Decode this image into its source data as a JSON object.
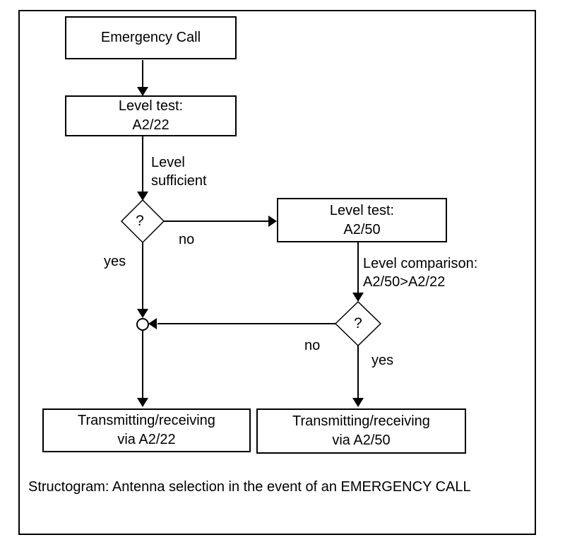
{
  "diagram": {
    "nodes": {
      "emergency_call": {
        "label": "Emergency Call"
      },
      "level_test_a222": {
        "line1": "Level test:",
        "line2": "A2/22"
      },
      "level_test_a250": {
        "line1": "Level test:",
        "line2": "A2/50"
      },
      "decision_level_sufficient": {
        "label": "?"
      },
      "decision_level_comparison": {
        "label": "?"
      },
      "transmit_a222": {
        "line1": "Transmitting/receiving",
        "line2": "via A2/22"
      },
      "transmit_a250": {
        "line1": "Transmitting/receiving",
        "line2": "via A2/50"
      }
    },
    "edge_labels": {
      "level_sufficient": {
        "line1": "Level",
        "line2": "sufficient"
      },
      "level_comparison": {
        "line1": "Level comparison:",
        "line2": "A2/50>A2/22"
      },
      "decision1_no": "no",
      "decision1_yes": "yes",
      "decision2_no": "no",
      "decision2_yes": "yes"
    },
    "caption": "Structogram: Antenna selection in the event of an EMERGENCY CALL",
    "colors": {
      "line": "#000000",
      "background": "#ffffff"
    }
  }
}
